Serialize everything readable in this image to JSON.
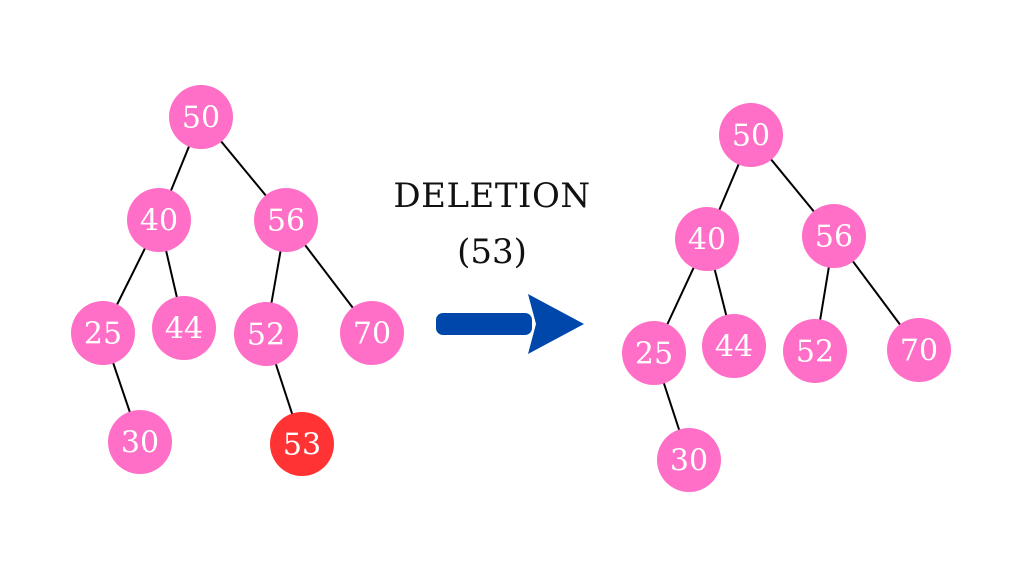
{
  "operation": {
    "title": "DELETION",
    "value": "(53)"
  },
  "colors": {
    "node": "#ff6ec7",
    "deleted_node": "#ff3333",
    "arrow": "#0047ab",
    "edge": "#000000",
    "label": "#ffffff"
  },
  "tree_before": {
    "nodes": [
      {
        "id": "b50",
        "label": "50",
        "state": "normal"
      },
      {
        "id": "b40",
        "label": "40",
        "state": "normal"
      },
      {
        "id": "b56",
        "label": "56",
        "state": "normal"
      },
      {
        "id": "b25",
        "label": "25",
        "state": "normal"
      },
      {
        "id": "b44",
        "label": "44",
        "state": "normal"
      },
      {
        "id": "b52",
        "label": "52",
        "state": "normal"
      },
      {
        "id": "b70",
        "label": "70",
        "state": "normal"
      },
      {
        "id": "b30",
        "label": "30",
        "state": "normal"
      },
      {
        "id": "b53",
        "label": "53",
        "state": "deleted"
      }
    ],
    "edges": [
      [
        "b50",
        "b40"
      ],
      [
        "b50",
        "b56"
      ],
      [
        "b40",
        "b25"
      ],
      [
        "b40",
        "b44"
      ],
      [
        "b56",
        "b52"
      ],
      [
        "b56",
        "b70"
      ],
      [
        "b25",
        "b30"
      ],
      [
        "b52",
        "b53"
      ]
    ]
  },
  "tree_after": {
    "nodes": [
      {
        "id": "a50",
        "label": "50",
        "state": "normal"
      },
      {
        "id": "a40",
        "label": "40",
        "state": "normal"
      },
      {
        "id": "a56",
        "label": "56",
        "state": "normal"
      },
      {
        "id": "a25",
        "label": "25",
        "state": "normal"
      },
      {
        "id": "a44",
        "label": "44",
        "state": "normal"
      },
      {
        "id": "a52",
        "label": "52",
        "state": "normal"
      },
      {
        "id": "a70",
        "label": "70",
        "state": "normal"
      },
      {
        "id": "a30",
        "label": "30",
        "state": "normal"
      }
    ],
    "edges": [
      [
        "a50",
        "a40"
      ],
      [
        "a50",
        "a56"
      ],
      [
        "a40",
        "a25"
      ],
      [
        "a40",
        "a44"
      ],
      [
        "a56",
        "a52"
      ],
      [
        "a56",
        "a70"
      ],
      [
        "a25",
        "a30"
      ]
    ]
  }
}
